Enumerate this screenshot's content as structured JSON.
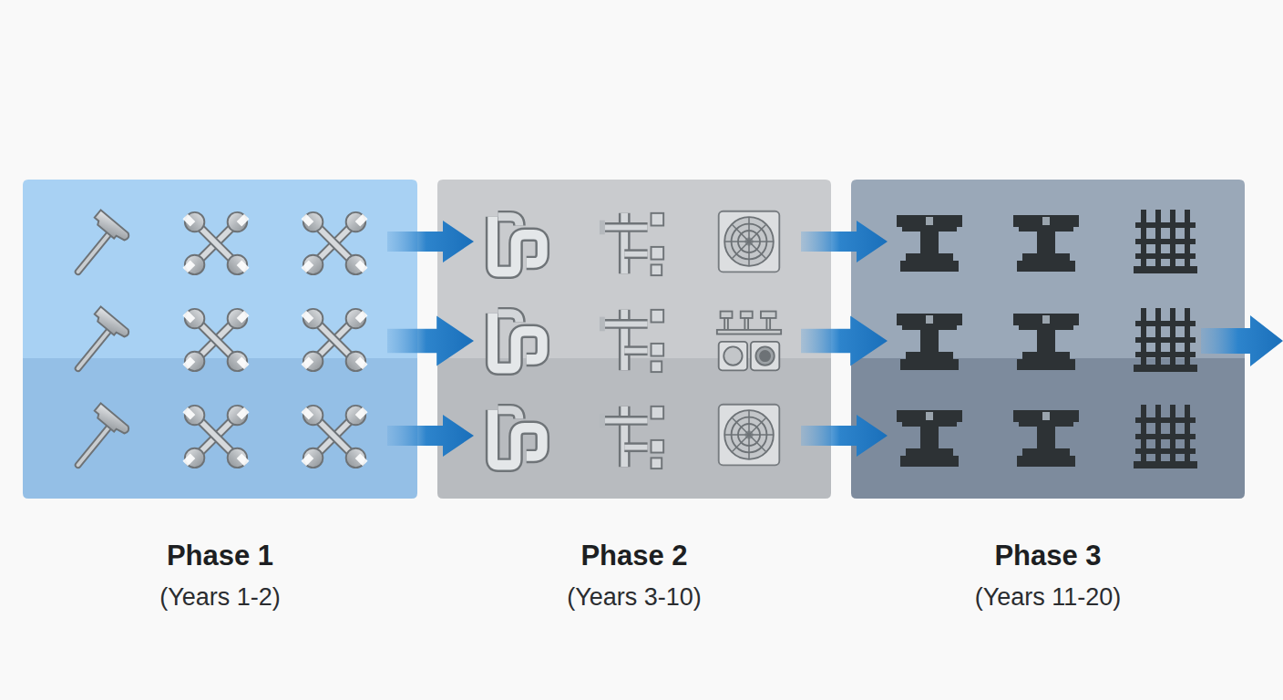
{
  "diagram": {
    "nodes": [
      {
        "text": [
          "Phase 1",
          "(Years 1-2)"
        ]
      },
      {
        "text": [
          "Phase 2",
          "(Years 3-10)"
        ]
      },
      {
        "text": [
          "Phase 3",
          "(Years 11-20)"
        ]
      }
    ],
    "edges": [
      {
        "from": 0,
        "to": 1,
        "arrow": "to"
      },
      {
        "from": 0,
        "to": 1,
        "arrow": "to"
      },
      {
        "from": 0,
        "to": 1,
        "arrow": "to"
      },
      {
        "from": 1,
        "to": 2,
        "arrow": "to"
      },
      {
        "from": 1,
        "to": 2,
        "arrow": "to"
      },
      {
        "from": 1,
        "to": 2,
        "arrow": "to"
      }
    ]
  }
}
